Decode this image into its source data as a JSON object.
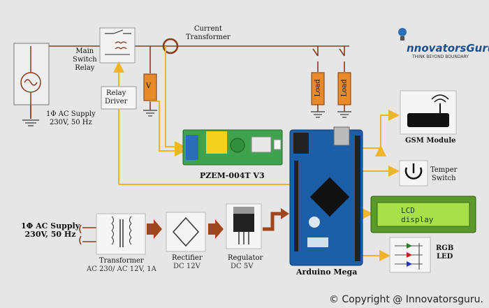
{
  "labels": {
    "current_transformer": "Current\nTransformer",
    "main_switch_relay": "Main\nSwitch\nRelay",
    "relay_driver": "Relay\nDriver",
    "ac_supply_top": "1Φ AC Supply\n230V, 50 Hz",
    "voltmeter": "V",
    "load1": "Load",
    "load2": "Load",
    "pzem": "PZEM-004T V3",
    "gsm_module": "GSM Module",
    "temper_switch": "Temper\nSwitch",
    "lcd_line1": "LCD",
    "lcd_line2": "display",
    "rgb_led": "RGB\nLED",
    "arduino": "Arduino Mega",
    "ac_supply_bottom": "1Φ AC Supply\n230V, 50 Hz",
    "transformer": "Transformer",
    "transformer_spec": "AC 230/ AC 12V, 1A",
    "rectifier": "Rectifier",
    "rectifier_spec": "DC 12V",
    "regulator": "Regulator",
    "regulator_spec": "DC 5V",
    "logo_main": "nnovatorsGuru",
    "logo_sub": "THINK BEYOND BOUNDARY",
    "copyright": "© Copyright @ Innovatorsguru."
  },
  "colors": {
    "wire": "#8b3a1a",
    "signal": "#f0b429",
    "load": "#e8892a",
    "pcb_green": "#3fa34d",
    "lcd_green": "#7fcf3a",
    "arduino_blue": "#1b5fa8"
  }
}
